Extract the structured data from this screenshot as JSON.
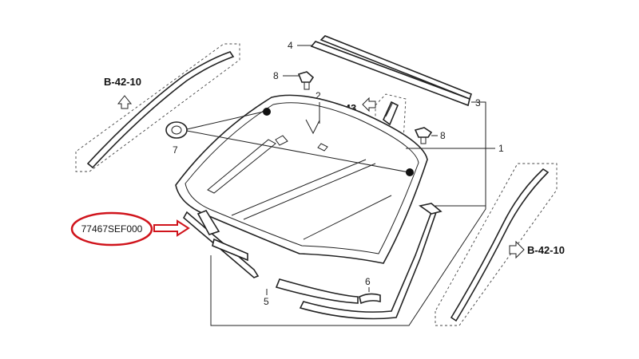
{
  "refs": {
    "b42_left": "B-42-10",
    "b42_right": "B-42-10",
    "b43": "B-43"
  },
  "callouts": {
    "c1": "1",
    "c2": "2",
    "c3": "3",
    "c4": "4",
    "c5": "5",
    "c6": "6",
    "c7": "7",
    "c8a": "8",
    "c8b": "8"
  },
  "part_number": "77467SEF000",
  "colors": {
    "highlight": "#d0141c",
    "ink": "#222222"
  }
}
